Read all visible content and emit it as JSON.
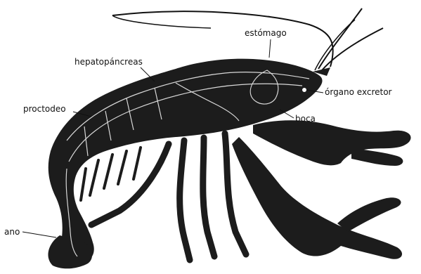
{
  "diagram": {
    "labels": {
      "estomago": "estómago",
      "hepatopancreas": "hepatopáncreas",
      "proctodeo": "proctodeo",
      "organo_excretor": "órgano excretor",
      "boca": "boca",
      "ano": "ano"
    },
    "colors": {
      "body_fill": "#1c1c1c",
      "internal_lines": "#d8d8d8",
      "background": "#ffffff",
      "label_text": "#111111"
    }
  }
}
